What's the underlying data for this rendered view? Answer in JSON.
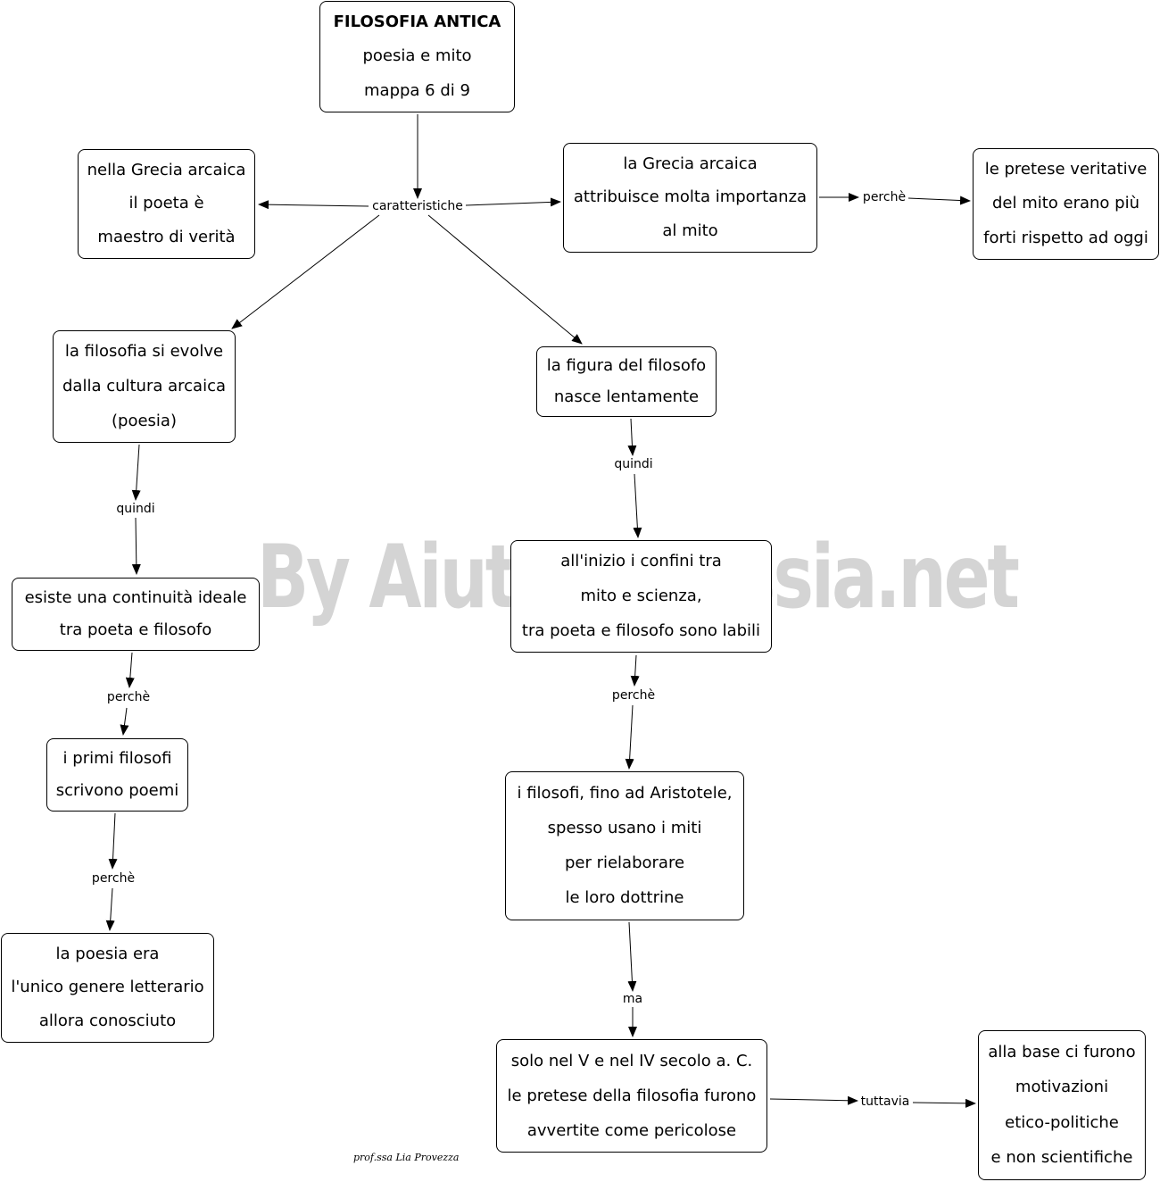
{
  "nodes": {
    "title": {
      "lines": [
        "FILOSOFIA ANTICA",
        "poesia e mito",
        "mappa 6 di 9"
      ]
    },
    "poeta": {
      "lines": [
        "nella Grecia arcaica",
        "il poeta è",
        "maestro di verità"
      ]
    },
    "grecia": {
      "lines": [
        "la Grecia arcaica",
        "attribuisce molta importanza",
        "al mito"
      ]
    },
    "pretese": {
      "lines": [
        "le pretese veritative",
        "del mito erano più",
        "forti rispetto ad oggi"
      ]
    },
    "evolve": {
      "lines": [
        "la filosofia si evolve",
        "dalla cultura arcaica",
        "(poesia)"
      ]
    },
    "figura": {
      "lines": [
        "la figura del filosofo",
        "nasce lentamente"
      ]
    },
    "continuita": {
      "lines": [
        "esiste una continuità ideale",
        "tra poeta e filosofo"
      ]
    },
    "confini": {
      "lines": [
        "all'inizio i confini tra",
        "mito e scienza,",
        "tra poeta e filosofo sono labili"
      ]
    },
    "primi": {
      "lines": [
        "i primi filosofi",
        "scrivono poemi"
      ]
    },
    "aristotele": {
      "lines": [
        "i filosofi, fino ad Aristotele,",
        "spesso usano i miti",
        "per rielaborare",
        "le loro dottrine"
      ]
    },
    "poesia": {
      "lines": [
        "la poesia era",
        "l'unico genere letterario",
        "allora conosciuto"
      ]
    },
    "secolo": {
      "lines": [
        "solo nel V e nel IV secolo a. C.",
        "le pretese della filosofia furono",
        "avvertite come pericolose"
      ]
    },
    "base": {
      "lines": [
        "alla base ci furono",
        "motivazioni",
        "etico-politiche",
        "e non scientifiche"
      ]
    }
  },
  "links": {
    "caratteristiche": "caratteristiche",
    "perche_grecia": "perchè",
    "quindi_evolve": "quindi",
    "quindi_figura": "quindi",
    "perche_continuita": "perchè",
    "perche_confini": "perchè",
    "perche_primi": "perchè",
    "ma": "ma",
    "tuttavia": "tuttavia"
  },
  "watermark": "By AiutoDislessia.net",
  "author": "prof.ssa Lia Provezza"
}
